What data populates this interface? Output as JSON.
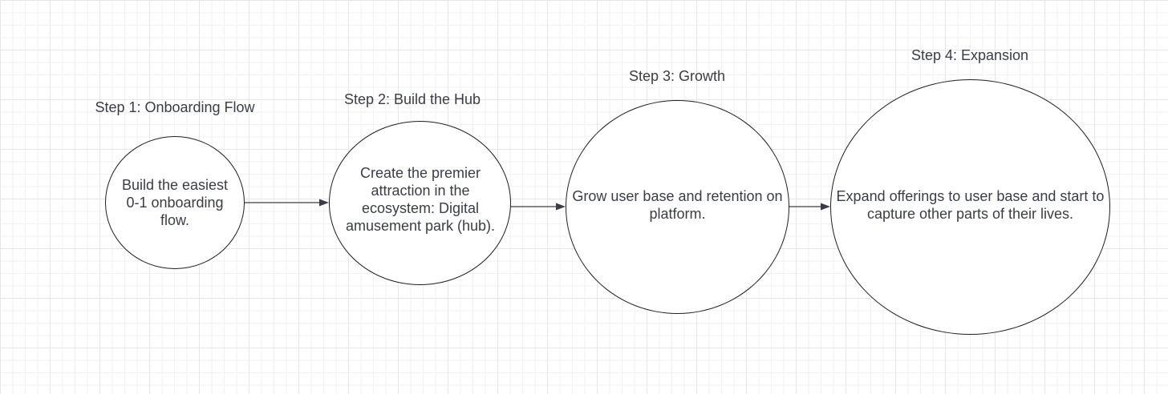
{
  "steps": [
    {
      "title": "Step 1: Onboarding Flow",
      "description": "Build the easiest 0-1 onboarding flow."
    },
    {
      "title": "Step 2: Build the Hub",
      "description": "Create the premier attraction in the ecosystem: Digital amusement park (hub)."
    },
    {
      "title": "Step 3: Growth",
      "description": "Grow user base and retention on platform."
    },
    {
      "title": "Step 4: Expansion",
      "description": "Expand offerings to user base and start to capture other parts of their lives."
    }
  ],
  "colors": {
    "node_border": "#1f1f1f",
    "text": "#3a3d46",
    "arrow": "#3a3d46",
    "grid": "#e6e6e6"
  }
}
